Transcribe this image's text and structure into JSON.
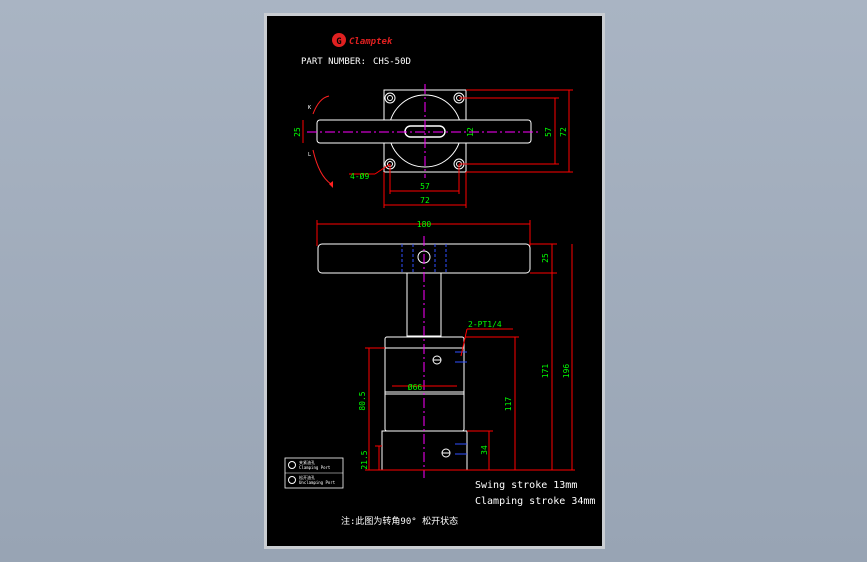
{
  "drawing": {
    "brand": "Clamptek",
    "brand_mark": "G",
    "part_number_label": "PART NUMBER:",
    "part_number": "CHS-50D",
    "note": "注:此图为转角90° 松开状态",
    "swing_stroke": "Swing stroke 13mm",
    "clamping_stroke": "Clamping stroke 34mm"
  },
  "top_view": {
    "rot_label_k": "K",
    "rot_label_l": "L",
    "dims": {
      "arm_width": "25",
      "slot": "12",
      "bolt_span_v": "57",
      "flange_v": "72",
      "bolt_span_h": "57",
      "flange_h": "72",
      "holes": "4-Ø9"
    }
  },
  "side_view": {
    "dims": {
      "arm_length": "180",
      "arm_height": "25",
      "overall_171": "171",
      "overall_196": "196",
      "port": "2-PT1/4",
      "body_dia": "Ø66",
      "body_805": "80.5",
      "body_117": "117",
      "base_34": "34",
      "base_215": "21.5"
    }
  },
  "legend": {
    "row1_cn": "夹紧油孔",
    "row1_en": "Clamping Port",
    "row2_cn": "松开油孔",
    "row2_en": "Unclamping Port"
  },
  "colors": {
    "outline": "#ffffff",
    "center_line": "#ff00ff",
    "dimension_line": "#ff0000",
    "dimension_text": "#00ff00",
    "hidden_line": "#3050ff",
    "text": "#ffffff",
    "brand": "#e02020"
  }
}
